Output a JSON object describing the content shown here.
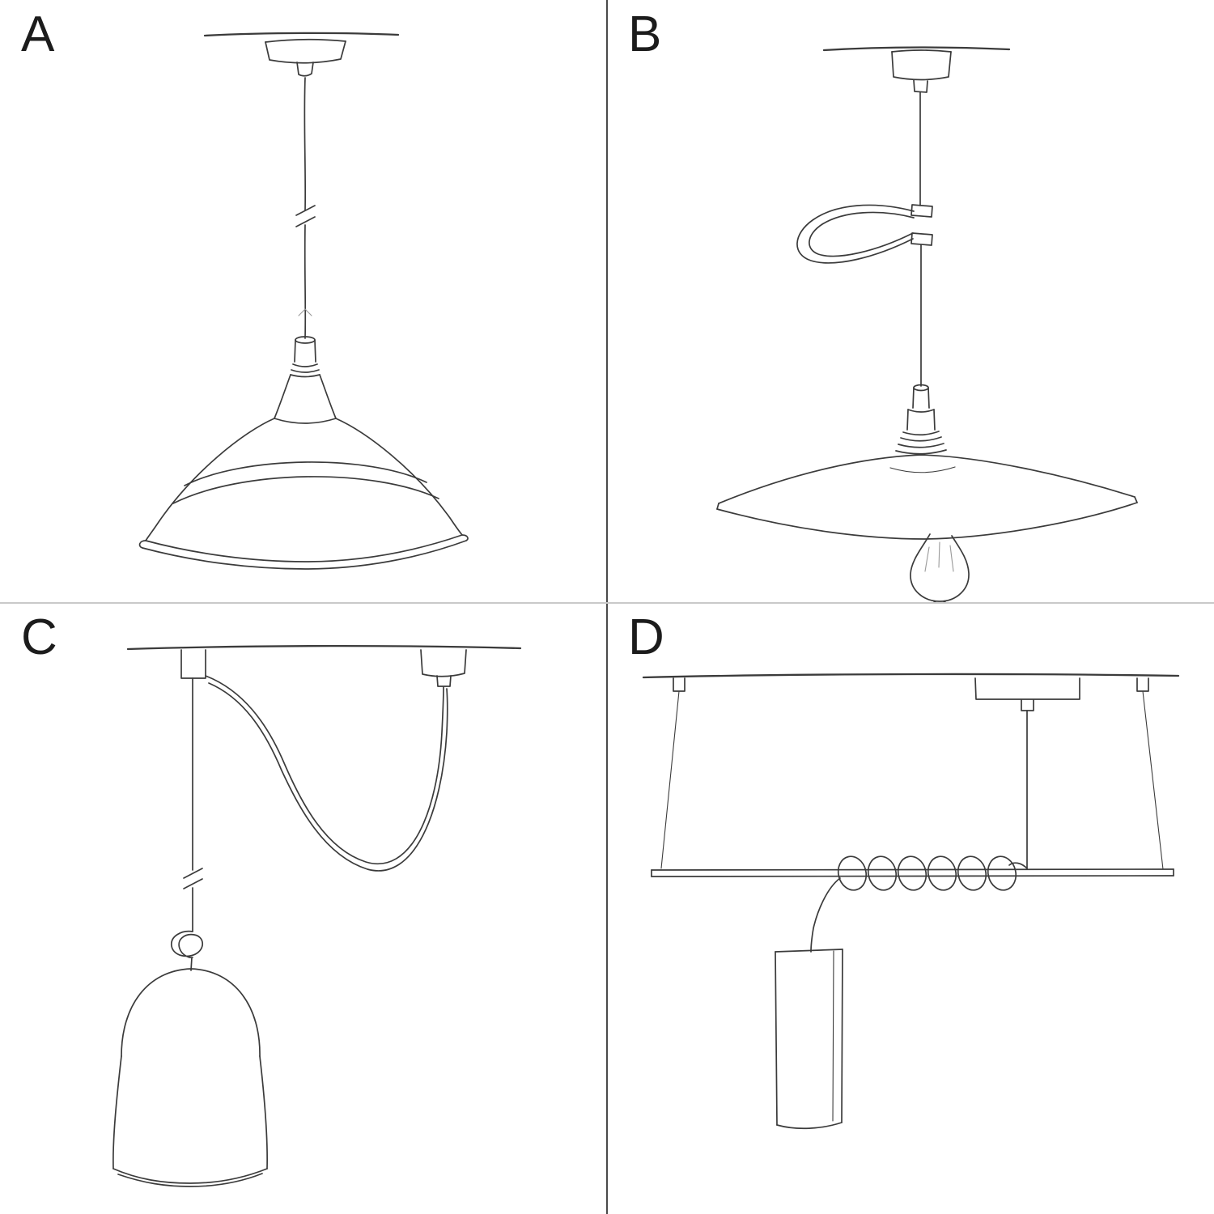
{
  "page": {
    "background": "#ffffff",
    "sketch_stroke": "#3b3b3b",
    "divider_vertical_color": "#4a4a4a",
    "divider_horizontal_color": "#c9c9c9"
  },
  "panels": [
    {
      "label": "A",
      "name": "pendant-straight-drop-industrial-shade"
    },
    {
      "label": "B",
      "name": "pendant-wire-hook-plate-shade-exposed-bulb"
    },
    {
      "label": "C",
      "name": "swag-pendant-with-knot-and-bell-shade"
    },
    {
      "label": "D",
      "name": "bar-suspension-coiled-cable-tube-pendant"
    }
  ]
}
